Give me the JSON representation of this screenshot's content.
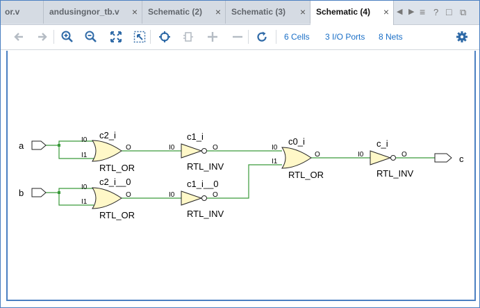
{
  "tabs": [
    {
      "label": "or.v"
    },
    {
      "label": "andusingnor_tb.v"
    },
    {
      "label": "Schematic (2)"
    },
    {
      "label": "Schematic (3)"
    },
    {
      "label": "Schematic (4)"
    }
  ],
  "tab_close_glyph": "×",
  "tab_controls": {
    "prev": "◀",
    "next": "▶",
    "list": "≡",
    "help": "?",
    "restore": "□",
    "float": "⧉"
  },
  "toolbar": {
    "cells_link": "6 Cells",
    "ports_link": "3 I/O Ports",
    "nets_link": "8 Nets"
  },
  "schematic": {
    "ports": {
      "a": "a",
      "b": "b",
      "c": "c"
    },
    "cells": [
      {
        "name": "c2_i",
        "type": "RTL_OR",
        "in0": "I0",
        "in1": "I1",
        "out": "O"
      },
      {
        "name": "c2_i__0",
        "type": "RTL_OR",
        "in0": "I0",
        "in1": "I1",
        "out": "O"
      },
      {
        "name": "c1_i",
        "type": "RTL_INV",
        "in0": "I0",
        "out": "O"
      },
      {
        "name": "c1_i__0",
        "type": "RTL_INV",
        "in0": "I0",
        "out": "O"
      },
      {
        "name": "c0_i",
        "type": "RTL_OR",
        "in0": "I0",
        "in1": "I1",
        "out": "O"
      },
      {
        "name": "c_i",
        "type": "RTL_INV",
        "in0": "I0",
        "out": "O"
      }
    ]
  },
  "colors": {
    "wire": "#3a9a3a",
    "gate_fill": "#fff8c8",
    "accent": "#1a6fc7",
    "frame": "#4a7fc1"
  }
}
